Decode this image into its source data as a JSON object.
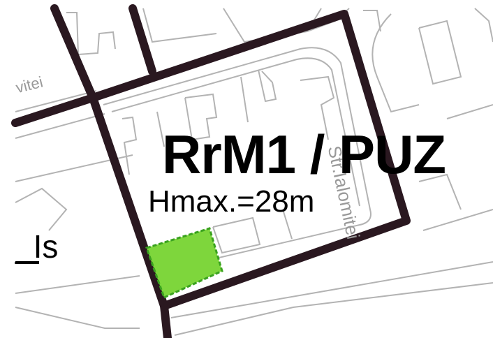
{
  "labels": {
    "zone_code": "RrM1 / PUZ",
    "height_limit": "Hmax.=28m",
    "zone_fragment": "_Is",
    "street_right": "Str.Ialomitei",
    "street_left": "vitei"
  },
  "colors": {
    "zone_boundary": "#2a1820",
    "parcel_lines": "#b3b3b3",
    "green_area_fill": "#7ed63c",
    "green_area_outline": "#3aa21f",
    "background": "#ffffff"
  }
}
